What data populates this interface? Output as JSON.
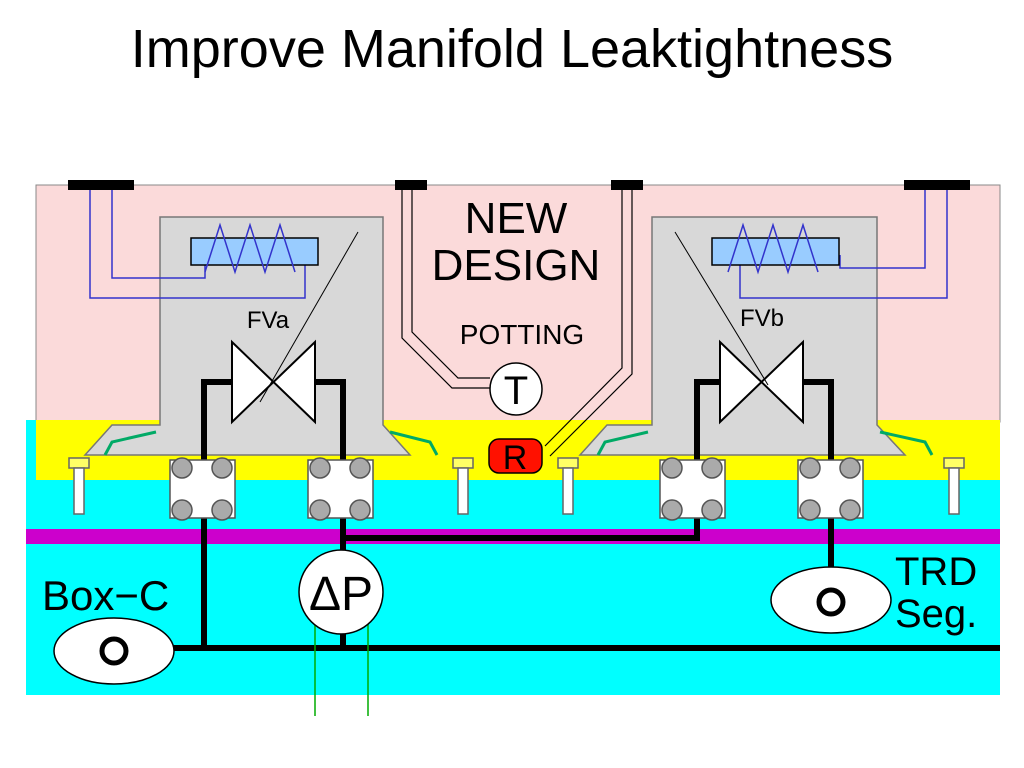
{
  "title": "Improve Manifold Leaktightness",
  "labels": {
    "new_design": [
      "NEW",
      "DESIGN"
    ],
    "potting": "POTTING",
    "valve_a": "FVa",
    "valve_b": "FVb",
    "temperature": "T",
    "resistor": "R",
    "pressure": "ΔP",
    "box_c": "Box−C",
    "trd_seg": [
      "TRD",
      "Seg."
    ]
  },
  "colors": {
    "manifold_pink": "#fbdada",
    "valve_body_gray": "#d8d8d8",
    "seal_yellow": "#ffff00",
    "gas_cyan": "#00ffff",
    "purple_line": "#cc00cc",
    "heater_blue": "#99ccff",
    "wire_blue": "#3333cc",
    "resistor_red": "#ff1100",
    "signal_green": "#00aa00"
  }
}
